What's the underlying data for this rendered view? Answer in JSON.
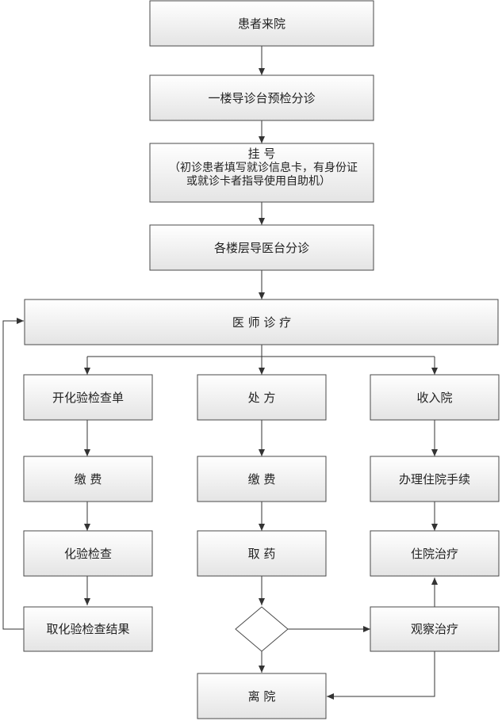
{
  "nodes": {
    "arrive": "患者来院",
    "triage": "一楼导诊台预检分诊",
    "register_title": "挂 号",
    "register_note_1": "（初诊患者填写就诊信息卡，有身份证",
    "register_note_2": "或就诊卡者指导使用自助机）",
    "floor_triage": "各楼层导医台分诊",
    "doctor": "医 师 诊 疗",
    "lab_order": "开化验检查单",
    "prescription": "处 方",
    "admit": "收入院",
    "pay_lab": "缴 费",
    "pay_rx": "缴 费",
    "admission_procedure": "办理住院手续",
    "lab_test": "化验检查",
    "get_medicine": "取 药",
    "inpatient_treatment": "住院治疗",
    "lab_result": "取化验检查结果",
    "observation": "观察治疗",
    "discharge": "离 院"
  },
  "colors": {
    "box_fill_top": "#ffffff",
    "box_fill_bottom": "#e6e6e6",
    "border": "#4a4a4a",
    "line": "#333333",
    "text": "#222222"
  }
}
